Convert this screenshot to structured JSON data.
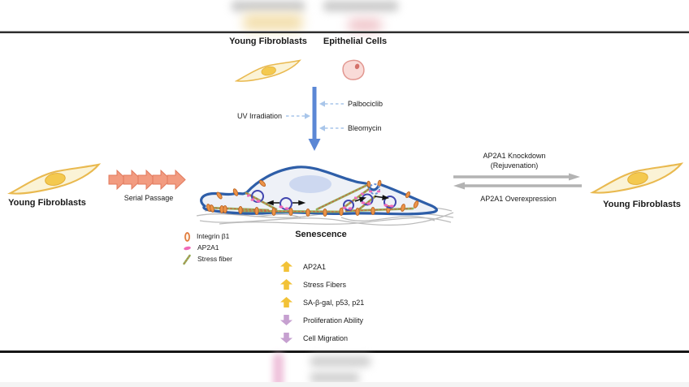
{
  "figure": {
    "top_section": {
      "young_fibroblasts_label": "Young Fibroblasts",
      "epithelial_cells_label": "Epithelial Cells",
      "uv_irradiation_label": "UV Irradiation",
      "palbociclib_label": "Palbociclib",
      "bleomycin_label": "Bleomycin"
    },
    "left_section": {
      "young_fibroblasts_label": "Young Fibroblasts",
      "serial_passage_label": "Serial Passage"
    },
    "right_section": {
      "ap2a1_knockdown_label": "AP2A1 Knockdown",
      "rejuvenation_label": "(Rejuvenation)",
      "ap2a1_overexpression_label": "AP2A1 Overexpression",
      "young_fibroblasts_label": "Young Fibroblasts"
    },
    "center_section": {
      "senescence_label": "Senescence"
    },
    "legend": {
      "items": [
        {
          "icon": "integrin-b1-icon",
          "label": "Integrin β1",
          "color": "#e0793a"
        },
        {
          "icon": "ap2a1-icon",
          "label": "AP2A1",
          "color": "#f06ab8"
        },
        {
          "icon": "stress-fiber-icon",
          "label": "Stress fiber",
          "color": "#94b55e"
        }
      ]
    },
    "senescence_changes": {
      "up_arrow_color": "#f2c237",
      "down_arrow_color": "#c6a0d0",
      "items": [
        {
          "direction": "up",
          "label": "AP2A1"
        },
        {
          "direction": "up",
          "label": "Stress Fibers"
        },
        {
          "direction": "up",
          "label": "SA-β-gal, p53, p21"
        },
        {
          "direction": "down",
          "label": "Proliferation Ability"
        },
        {
          "direction": "down",
          "label": "Cell Migration"
        }
      ]
    },
    "colors": {
      "fibroblast_fill": "#fbf3d6",
      "fibroblast_outline": "#e9b94f",
      "fibroblast_nucleus": "#f4c94f",
      "epithelial_fill": "#f9dbd8",
      "epithelial_outline": "#e29790",
      "epithelial_nucleus": "#d4716a",
      "senescent_membrane": "#2e5ea8",
      "senescent_cytoplasm": "#eef1f7",
      "senescent_nucleus": "#cdd8f0",
      "vesicle_ring": "#4146ae",
      "ap2a1_pink": "#f06ab8",
      "integrin_orange": "#ed9448",
      "stress_fiber_green": "#94b55e",
      "stress_fiber_speckle": "#cf5940",
      "serial_passage_arrow": "#f29b80",
      "induction_arrow_blue": "#5b87d5",
      "dashed_arrow_blue": "#a9c6ea",
      "gray_arrow": "#b3b3b3",
      "substrate_fiber": "#bcbcbc"
    }
  }
}
